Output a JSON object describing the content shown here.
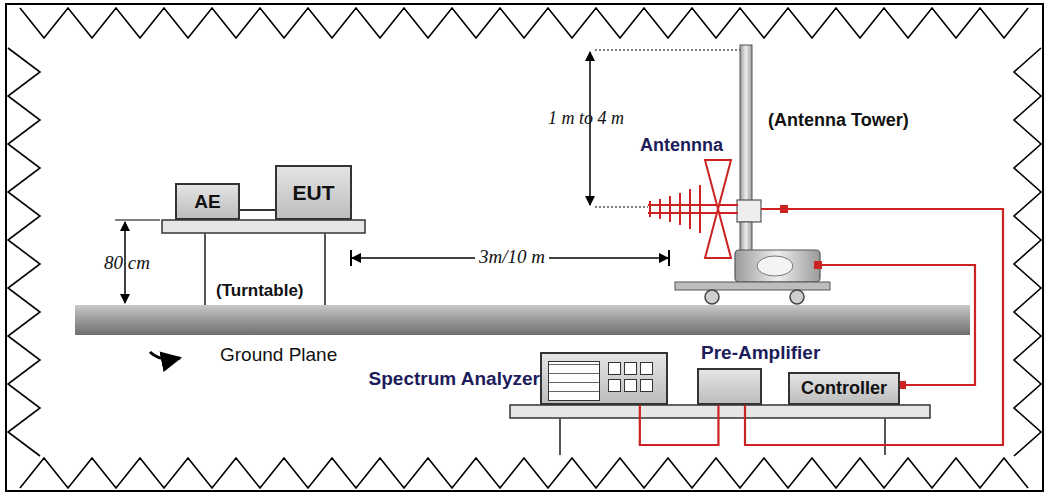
{
  "diagram": {
    "nodes": [
      {
        "text": [
          "AE"
        ]
      },
      {
        "text": [
          "EUT"
        ]
      },
      {
        "text": [
          "Spectrum Analyzer"
        ]
      },
      {
        "text": [
          "Pre-Amplifier"
        ]
      },
      {
        "text": [
          "Controller"
        ]
      }
    ],
    "edges": [
      {
        "from": 0,
        "to": 1,
        "arrow": "none"
      },
      {
        "from": 2,
        "to": 3,
        "arrow": "none"
      }
    ],
    "labels": [
      "1 m to 4 m",
      "Antennna",
      "(Antenna Tower)",
      "80 cm",
      "3m/10 m",
      "(Turntable)",
      "Ground Plane"
    ]
  }
}
